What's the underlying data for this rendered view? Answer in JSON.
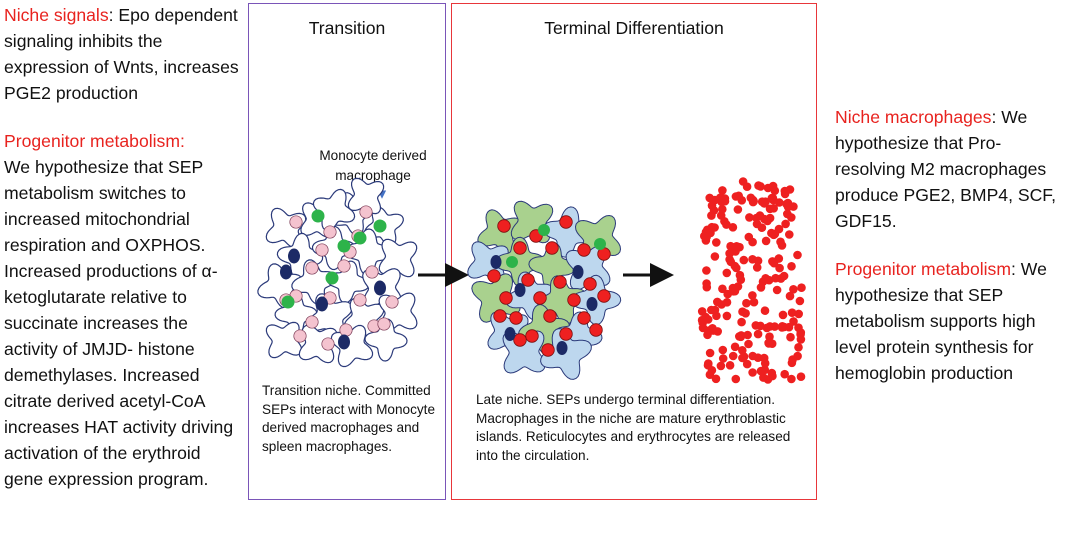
{
  "left": {
    "niche_signals_label": "Niche signals",
    "niche_signals_text": ": Epo dependent signaling inhibits the expression of Wnts, increases PGE2 production",
    "progenitor_label": "Progenitor metabolism:",
    "progenitor_text": "We hypothesize that SEP metabolism switches to increased mitochondrial respiration and OXPHOS. Increased productions of α-ketoglutarate relative to succinate increases the activity of JMJD- histone demethylases. Increased citrate derived acetyl-CoA increases HAT activity driving activation of the erythroid gene expression program."
  },
  "right": {
    "niche_macrophages_label": "Niche macrophages",
    "niche_macrophages_text": ": We hypothesize that Pro-resolving M2 macrophages produce PGE2, BMP4, SCF, GDF15.",
    "progenitor_label": "Progenitor metabolism",
    "progenitor_text": ": We hypothesize that SEP metabolism supports high level protein synthesis for hemoglobin production"
  },
  "transition": {
    "title": "Transition",
    "monocyte_label": "Monocyte derived macrophage",
    "caption": "Transition niche. Committed SEPs interact with Monocyte derived macrophages and spleen macrophages."
  },
  "terminal": {
    "title": "Terminal Differentiation",
    "caption": "Late niche. SEPs undergo terminal differentiation. Macrophages in the niche are mature erythroblastic islands. Reticulocytes and erythrocytes are released into the circulation."
  },
  "colors": {
    "red_text": "#e8231f",
    "transition_border": "#7a55b8",
    "terminal_border": "#e8363a",
    "green_cell": "#2db34a",
    "navy_cell": "#1c2a66",
    "pink_cell": "#f4c3cf",
    "red_cell": "#ee2020",
    "light_green_macrophage": "#a9d18e",
    "light_blue_macrophage": "#bdd7ee",
    "macrophage_outline": "#2b3a7a"
  }
}
